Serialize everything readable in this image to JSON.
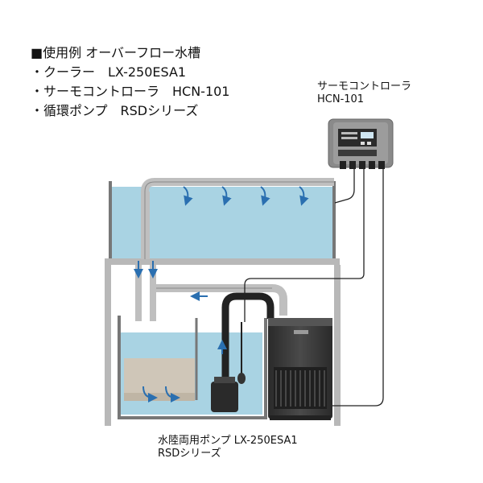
{
  "caption": {
    "heading": "■使用例 オーバーフロー水槽",
    "items": [
      "・クーラー　LX-250ESA1",
      "・サーモコントローラ　HCN-101",
      "・循環ポンプ　RSDシリーズ"
    ]
  },
  "labels": {
    "controller_line1": "サーモコントローラ",
    "controller_line2": "HCN-101",
    "bottom_line1": "水陸両用ポンプ LX-250ESA1",
    "bottom_line2": "RSDシリーズ"
  },
  "colors": {
    "water": "#a9d3e3",
    "water_dark": "#8cc4d8",
    "tank_outline": "#777777",
    "pipe": "#bfbfbf",
    "pipe_black": "#222222",
    "arrow": "#2a6fb0",
    "media": "#cfc6b8",
    "cooler_body": "#3a3a3a",
    "controller_body": "#8a8a8a"
  }
}
